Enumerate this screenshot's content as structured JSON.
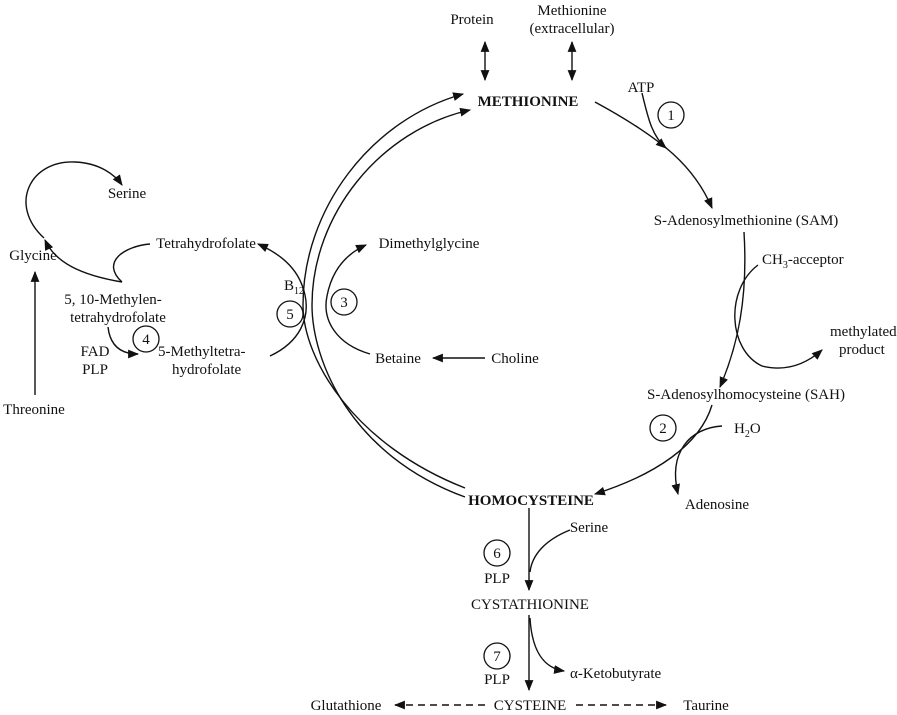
{
  "labels": {
    "protein": "Protein",
    "methionine_extracellular_1": "Methionine",
    "methionine_extracellular_2": "(extracellular)",
    "methionine": "METHIONINE",
    "atp": "ATP",
    "sam": "S-Adenosylmethionine (SAM)",
    "ch3_acceptor_pre": "CH",
    "ch3_acceptor_sub": "3",
    "ch3_acceptor_post": "-acceptor",
    "methylated_1": "methylated",
    "methylated_2": "product",
    "sah": "S-Adenosylhomocysteine (SAH)",
    "h2o_pre": "H",
    "h2o_sub": "2",
    "h2o_post": "O",
    "adenosine": "Adenosine",
    "homocysteine": "HOMOCYSTEINE",
    "serine_right": "Serine",
    "plp_6": "PLP",
    "cystathionine": "CYSTATHIONINE",
    "plp_7": "PLP",
    "alpha_ketobutyrate": "α-Ketobutyrate",
    "glutathione": "Glutathione",
    "cysteine": "CYSTEINE",
    "taurine": "Taurine",
    "serine_left": "Serine",
    "glycine": "Glycine",
    "tetrahydrofolate": "Tetrahydrofolate",
    "methylen_thf_1": "5, 10-Methylen-",
    "methylen_thf_2": "tetrahydrofolate",
    "fad": "FAD",
    "plp_4": "PLP",
    "methyltetra_1": "5-Methyltetra-",
    "methyltetra_2": "hydrofolate",
    "threonine": "Threonine",
    "b12_pre": "B",
    "b12_sub": "12",
    "dimethylglycine": "Dimethylglycine",
    "betaine": "Betaine",
    "choline": "Choline"
  },
  "enzymes": [
    "1",
    "2",
    "3",
    "4",
    "5",
    "6",
    "7"
  ]
}
